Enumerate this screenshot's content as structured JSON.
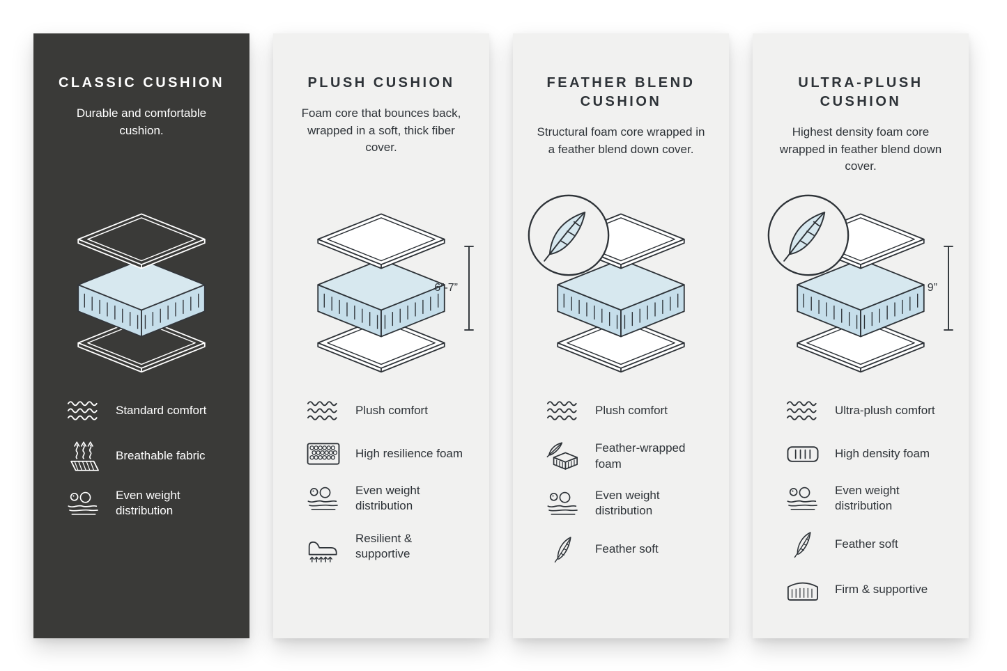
{
  "colors": {
    "background": "#ffffff",
    "dark_panel": "#3a3a38",
    "light_panel": "#f1f1f0",
    "ink": "#2e3338",
    "foam_fill": "#d7e8ef",
    "foam_side": "#c6deea"
  },
  "columns": [
    {
      "theme": "dark",
      "title": "CLASSIC CUSHION",
      "description": "Durable and comfortable cushion.",
      "badge": null,
      "dimension": null,
      "diagram": "layered-cushion-diagram",
      "features": [
        {
          "icon": "waves-icon",
          "label": "Standard comfort"
        },
        {
          "icon": "breathable-fabric-icon",
          "label": "Breathable fabric"
        },
        {
          "icon": "even-weight-icon",
          "label": "Even weight distribution"
        }
      ]
    },
    {
      "theme": "light",
      "title": "PLUSH CUSHION",
      "description": "Foam core that bounces back, wrapped in a soft, thick fiber cover.",
      "badge": null,
      "dimension": "6”-7”",
      "diagram": "layered-cushion-diagram",
      "features": [
        {
          "icon": "waves-icon",
          "label": "Plush comfort"
        },
        {
          "icon": "resilience-foam-icon",
          "label": "High resilience foam"
        },
        {
          "icon": "even-weight-icon",
          "label": "Even weight distribution"
        },
        {
          "icon": "resilient-supportive-icon",
          "label": "Resilient & supportive"
        }
      ]
    },
    {
      "theme": "light",
      "title": "FEATHER BLEND CUSHION",
      "description": "Structural foam core wrapped in a feather blend down cover.",
      "badge": "feather-badge",
      "dimension": null,
      "diagram": "layered-cushion-diagram",
      "features": [
        {
          "icon": "waves-icon",
          "label": "Plush comfort"
        },
        {
          "icon": "feather-wrapped-foam-icon",
          "label": "Feather-wrapped foam"
        },
        {
          "icon": "even-weight-icon",
          "label": "Even weight distribution"
        },
        {
          "icon": "feather-icon",
          "label": "Feather soft"
        }
      ]
    },
    {
      "theme": "light",
      "title": "ULTRA-PLUSH CUSHION",
      "description": "Highest density foam core wrapped in feather blend down cover.",
      "badge": "feather-badge",
      "dimension": "9”",
      "diagram": "layered-cushion-diagram",
      "features": [
        {
          "icon": "waves-icon",
          "label": "Ultra-plush comfort"
        },
        {
          "icon": "density-foam-icon",
          "label": "High density foam"
        },
        {
          "icon": "even-weight-icon",
          "label": "Even weight distribution"
        },
        {
          "icon": "feather-icon",
          "label": "Feather soft"
        },
        {
          "icon": "firm-supportive-icon",
          "label": "Firm & supportive"
        }
      ]
    }
  ]
}
